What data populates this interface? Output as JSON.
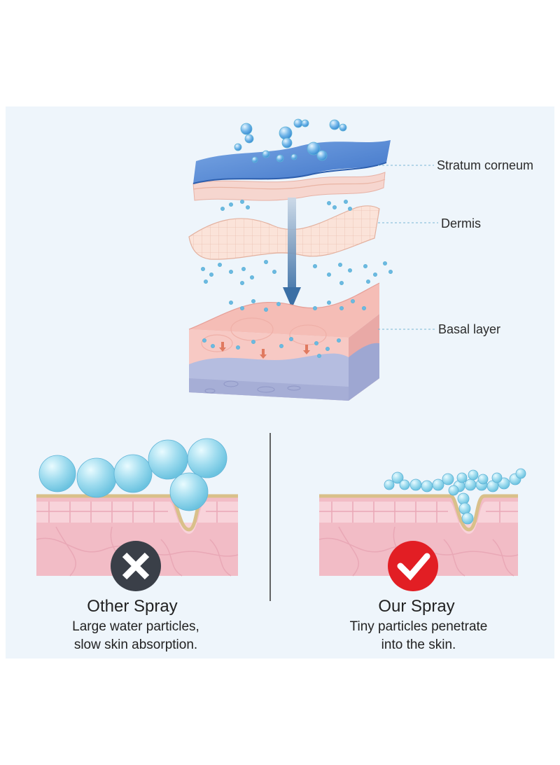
{
  "layers": {
    "stratum_corneum": "Stratum corneum",
    "dermis": "Dermis",
    "basal_layer": "Basal layer"
  },
  "comparison": {
    "other": {
      "title": "Other Spray",
      "description_line1": "Large water particles,",
      "description_line2": "slow skin absorption.",
      "mark_icon": "x-mark-icon"
    },
    "ours": {
      "title": "Our Spray",
      "description_line1": "Tiny particles penetrate",
      "description_line2": "into the skin.",
      "mark_icon": "check-mark-icon"
    }
  },
  "colors": {
    "panel_bg": "#eef5fb",
    "water_blue": "#8fd6ea",
    "skin_pink": "#f3c4c8",
    "stratum_blue": "#5a8fd6",
    "wrong_dark": "#3a3f48",
    "right_red": "#e21e24"
  }
}
